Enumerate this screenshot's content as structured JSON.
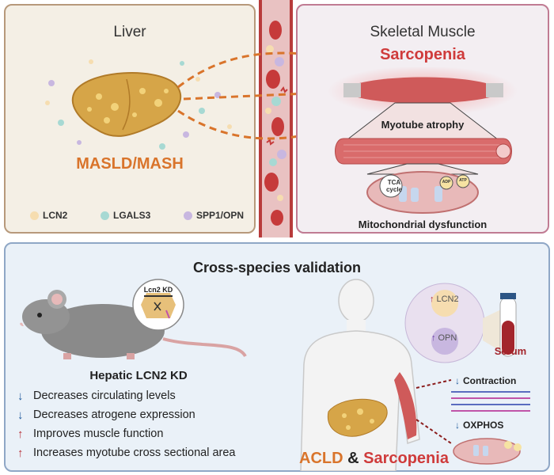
{
  "liver": {
    "title": "Liver",
    "disease_label": "MASLD/MASH",
    "legend": [
      {
        "label": "LCN2",
        "color": "#f6ddb0"
      },
      {
        "label": "LGALS3",
        "color": "#a7d9d3"
      },
      {
        "label": "SPP1/OPN",
        "color": "#c8b7e0"
      }
    ]
  },
  "muscle": {
    "title": "Skeletal Muscle",
    "condition_label": "Sarcopenia",
    "atrophy_label": "Myotube atrophy",
    "mito_label": "Mitochondrial dysfunction",
    "tca_label": "TCA cycle",
    "adp_label": "ADP",
    "atp_label": "ATP"
  },
  "validation": {
    "title": "Cross-species validation",
    "mouse_inset_label": "Lcn2 KD",
    "kd_title": "Hepatic LCN2 KD",
    "effects": [
      {
        "direction": "down",
        "text": "Decreases circulating levels"
      },
      {
        "direction": "down",
        "text": "Decreases atrogene expression"
      },
      {
        "direction": "up",
        "text": "Improves muscle function"
      },
      {
        "direction": "up",
        "text": "Increases myotube cross sectional area"
      }
    ],
    "marker_1": "LCN2",
    "marker_2": "OPN",
    "serum_label": "Serum",
    "contraction_label": "Contraction",
    "oxphos_label": "OXPHOS",
    "human_label_1": "ACLD",
    "human_label_amp": "&",
    "human_label_2": "Sarcopenia"
  },
  "colors": {
    "liver_orange": "#d9742b",
    "muscle_red": "#cf3b3b",
    "arrow_down_blue": "#1f5a9c",
    "arrow_up_red": "#b8323a"
  }
}
